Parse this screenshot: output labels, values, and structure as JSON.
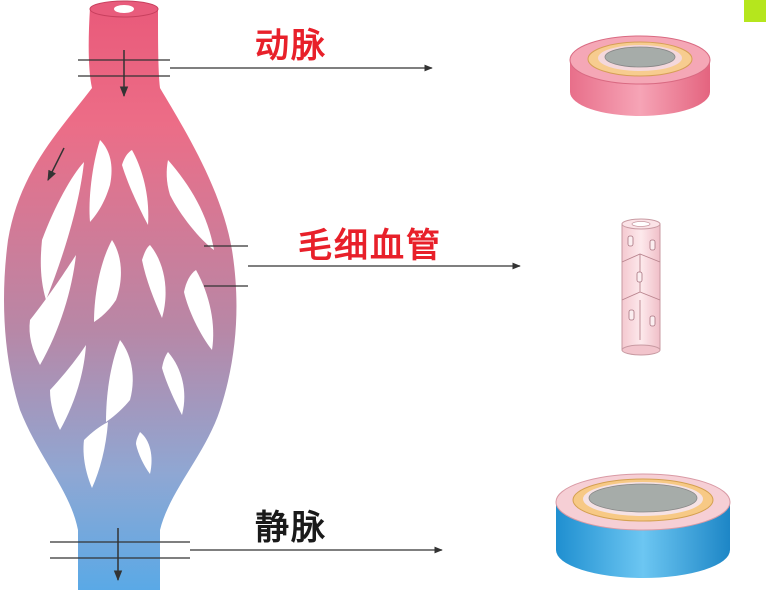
{
  "labels": {
    "artery": "动脉",
    "capillary": "毛细血管",
    "vein": "静脉"
  },
  "colors": {
    "label_artery": "#e8202a",
    "label_capillary": "#e8202a",
    "label_vein": "#1a1a1a",
    "artery": "#ec6d87",
    "vein": "#5aa9e6",
    "capillary_net_mid": "#b17f9d",
    "tube_pink": "#ee7a92",
    "tube_blue": "#2e9fdb",
    "tube_inner": "#a6aca9",
    "arrow": "#333333"
  },
  "icons": [
    "blood-vessel-network",
    "artery-cross-section",
    "capillary-segment",
    "vein-cross-section"
  ]
}
